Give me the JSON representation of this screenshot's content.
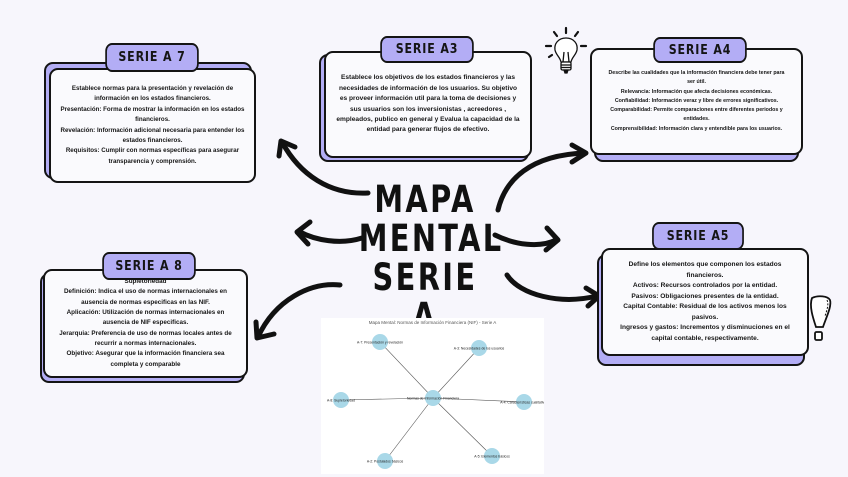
{
  "center_title": {
    "line1": "MAPA",
    "line2": "MENTAL",
    "line3": "SERIE A"
  },
  "cards": {
    "a7": {
      "title": "SERIE A 7",
      "lines": [
        "Establece normas para la presentación y revelación de información en los estados financieros.",
        "Presentación: Forma de mostrar la información en los estados financieros.",
        "Revelación: Información adicional necesaria para entender los estados financieros.",
        "Requisitos: Cumplir con normas específicas para asegurar transparencia y comprensión."
      ]
    },
    "a3": {
      "title": "SERIE A3",
      "lines": [
        "Establece los objetivos de los estados financieros y las necesidades de información de los usuarios. Su objetivo es proveer información util para la toma de decisiones y sus usuarios son los inversionistas , acreedores , empleados, publico en general y Evalua la capacidad de la entidad para generar flujos de efectivo."
      ]
    },
    "a4": {
      "title": "SERIE A4",
      "lines": [
        "Describe las cualidades que la información financiera debe tener para ser útil.",
        "Relevancia: Información que afecta decisiones económicas.",
        "Confiabilidad: Información veraz y libre de errores significativos.",
        "Comparabilidad: Permite comparaciones entre diferentes periodos y entidades.",
        "Comprensibilidad: Información clara y entendible para los usuarios."
      ]
    },
    "a5": {
      "title": "SERIE A5",
      "lines": [
        "Define los elementos que componen los estados financieros.",
        "Activos: Recursos controlados por la entidad.",
        "Pasivos: Obligaciones presentes de la entidad.",
        "Capital Contable: Residual de los activos menos los pasivos.",
        "Ingresos y gastos: Incrementos y disminuciones en el capital contable, respectivamente."
      ]
    },
    "a8": {
      "title": "SERIE A 8",
      "lines": [
        "Supletoriedad",
        "Definición: Indica el uso de normas internacionales en ausencia de normas especificas en las NIF.",
        "Aplicación: Utilización de normas internacionales en ausencia de NIF especificas.",
        "Jerarquia: Preferencia de uso de normas locales antes de recurrir a normas internacionales.",
        "Objetivo: Asegurar que la información financiera sea completa y comparable"
      ]
    }
  },
  "embedded_graph": {
    "title": "Mapa Mental: Normas de Información Financiera (NIF) - Serie A",
    "center_label": "Normas de Información Financiera",
    "nodes": [
      {
        "label": "A-7: Presentación y revelación"
      },
      {
        "label": "A-3: Necesidades de los usuarios"
      },
      {
        "label": "A-8: Supletoriedad"
      },
      {
        "label": "A-4: Características cualitativas"
      },
      {
        "label": "A-2: Postulados básicos"
      },
      {
        "label": "A-5: Elementos básicos"
      }
    ]
  },
  "colors": {
    "accent": "#b3adf5",
    "background": "#f7f6fc",
    "ink": "#141414",
    "graph_node": "#a9d8e8"
  },
  "icons": {
    "lightbulb": "lightbulb-icon",
    "exclamation": "exclamation-icon"
  }
}
